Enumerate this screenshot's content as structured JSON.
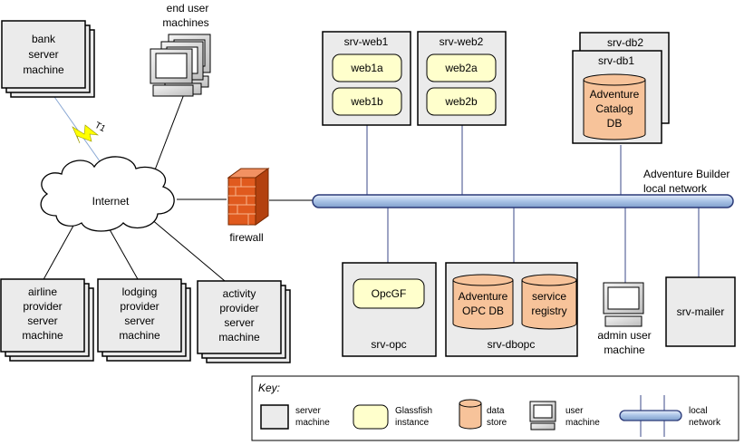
{
  "labels": {
    "bank": [
      "bank",
      "server",
      "machine"
    ],
    "end_user": [
      "end user",
      "machines"
    ],
    "t1": "T1",
    "internet": "Internet",
    "firewall": "firewall",
    "airline": [
      "airline",
      "provider",
      "server",
      "machine"
    ],
    "lodging": [
      "lodging",
      "provider",
      "server",
      "machine"
    ],
    "activity": [
      "activity",
      "provider",
      "server",
      "machine"
    ],
    "srv_web1": "srv-web1",
    "web1a": "web1a",
    "web1b": "web1b",
    "srv_web2": "srv-web2",
    "web2a": "web2a",
    "web2b": "web2b",
    "srv_db2": "srv-db2",
    "srv_db1": "srv-db1",
    "catalog_db": [
      "Adventure",
      "Catalog",
      "DB"
    ],
    "network": [
      "Adventure Builder",
      "local network"
    ],
    "opcgf": "OpcGF",
    "srv_opc": "srv-opc",
    "opc_db": [
      "Adventure",
      "OPC DB"
    ],
    "service_registry": [
      "service",
      "registry"
    ],
    "srv_dbopc": "srv-dbopc",
    "admin": [
      "admin user",
      "machine"
    ],
    "srv_mailer": "srv-mailer"
  },
  "key": {
    "title": "Key:",
    "server": [
      "server",
      "machine"
    ],
    "glassfish": [
      "Glassfish",
      "instance"
    ],
    "datastore": [
      "data",
      "store"
    ],
    "user": [
      "user",
      "machine"
    ],
    "network": [
      "local",
      "network"
    ]
  },
  "colors": {
    "server_fill": "#ebebeb",
    "glassfish_fill": "#ffffcc",
    "db_fill": "#f7c39a",
    "network_fill": "#bcd2ec",
    "link": "#3b4a8a",
    "bolt": "#ffff00"
  }
}
